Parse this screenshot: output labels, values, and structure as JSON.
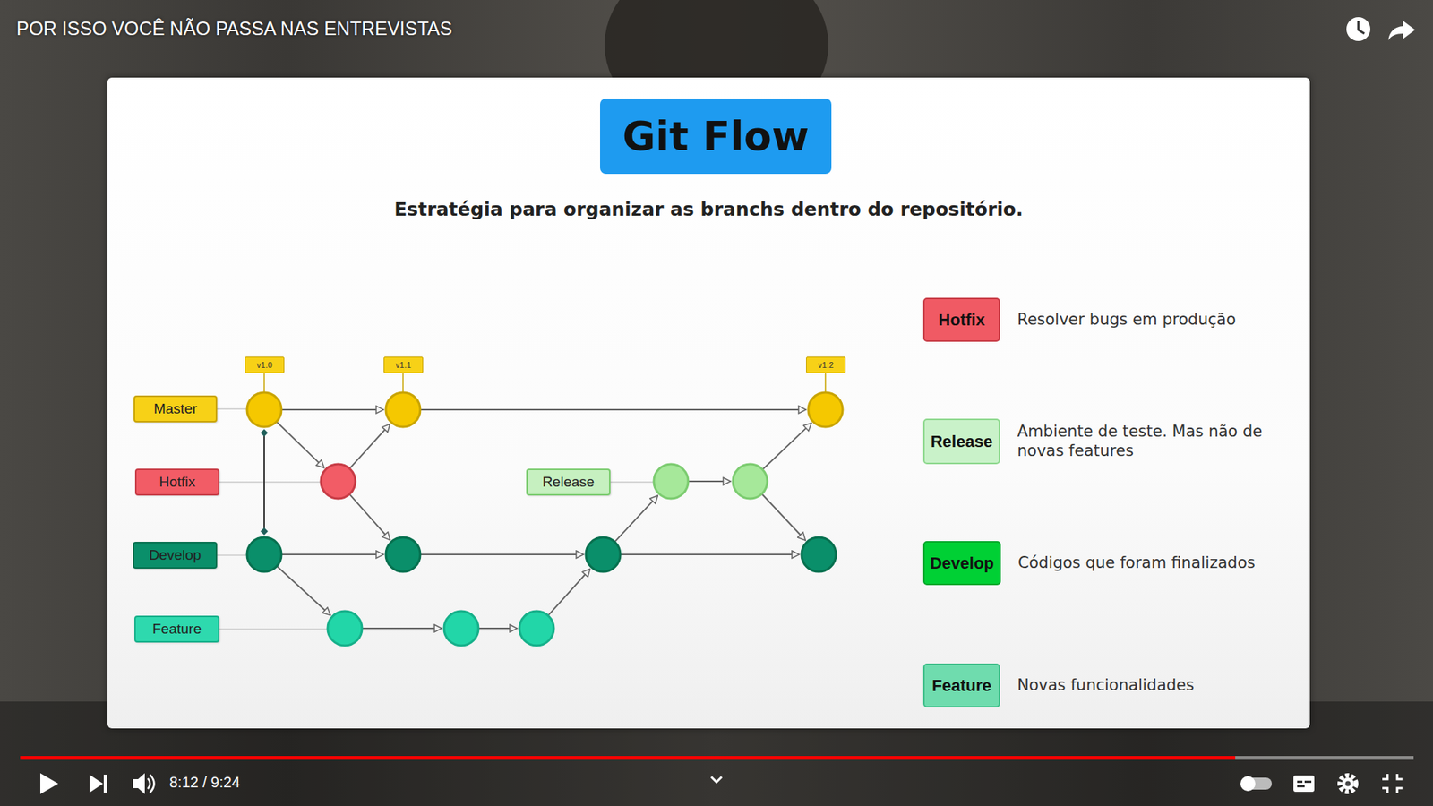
{
  "diagram": {
    "title": "Git Flow",
    "nodes": [
      {
        "text": [
          "v1.0"
        ]
      },
      {
        "text": [
          "v1.1"
        ]
      },
      {
        "text": [
          "v1.2"
        ]
      },
      {
        "text": [
          "Master"
        ]
      },
      {
        "text": [
          "Hotfix"
        ]
      },
      {
        "text": [
          "Release"
        ]
      },
      {
        "text": [
          "Develop"
        ]
      },
      {
        "text": [
          "Feature"
        ]
      },
      {
        "text": [
          "Hotfix",
          "Resolver bugs em produção"
        ]
      },
      {
        "text": [
          "Release",
          "Ambiente de teste. Mas não de novas features"
        ]
      },
      {
        "text": [
          "Develop",
          "Códigos que foram finalizados"
        ]
      },
      {
        "text": [
          "Feature",
          "Novas funcionalidades"
        ]
      }
    ],
    "labels": [
      "POR ISSO VOCÊ NÃO PASSA NAS ENTREVISTAS",
      "Estratégia para organizar as branchs dentro do repositório.",
      "8:12 / 9:24"
    ]
  }
}
